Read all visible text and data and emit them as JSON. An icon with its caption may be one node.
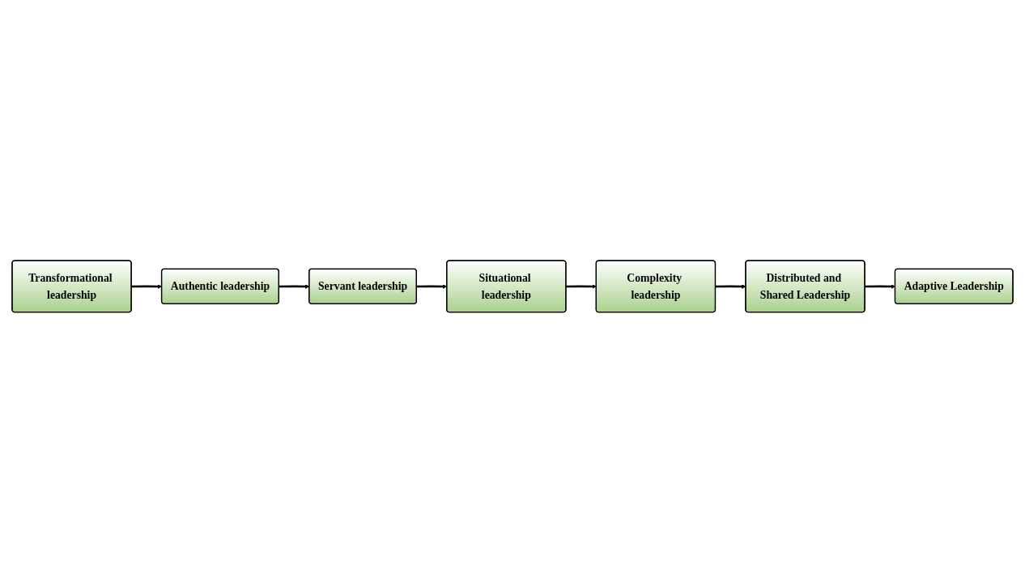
{
  "diagram": {
    "nodes": [
      {
        "text": [
          "Transformational leadership"
        ]
      },
      {
        "text": [
          "Authentic leadership"
        ]
      },
      {
        "text": [
          "Servant leadership"
        ]
      },
      {
        "text": [
          "Situational leadership"
        ]
      },
      {
        "text": [
          "Complexity leadership"
        ]
      },
      {
        "text": [
          "Distributed and Shared Leadership"
        ]
      },
      {
        "text": [
          "Adaptive Leadership"
        ]
      }
    ],
    "edges": [
      {
        "from": 0,
        "to": 1,
        "arrow": "to"
      },
      {
        "from": 1,
        "to": 2,
        "arrow": "to"
      },
      {
        "from": 2,
        "to": 3,
        "arrow": "to"
      },
      {
        "from": 3,
        "to": 4,
        "arrow": "to"
      },
      {
        "from": 4,
        "to": 5,
        "arrow": "to"
      },
      {
        "from": 5,
        "to": 6,
        "arrow": "to"
      }
    ]
  }
}
